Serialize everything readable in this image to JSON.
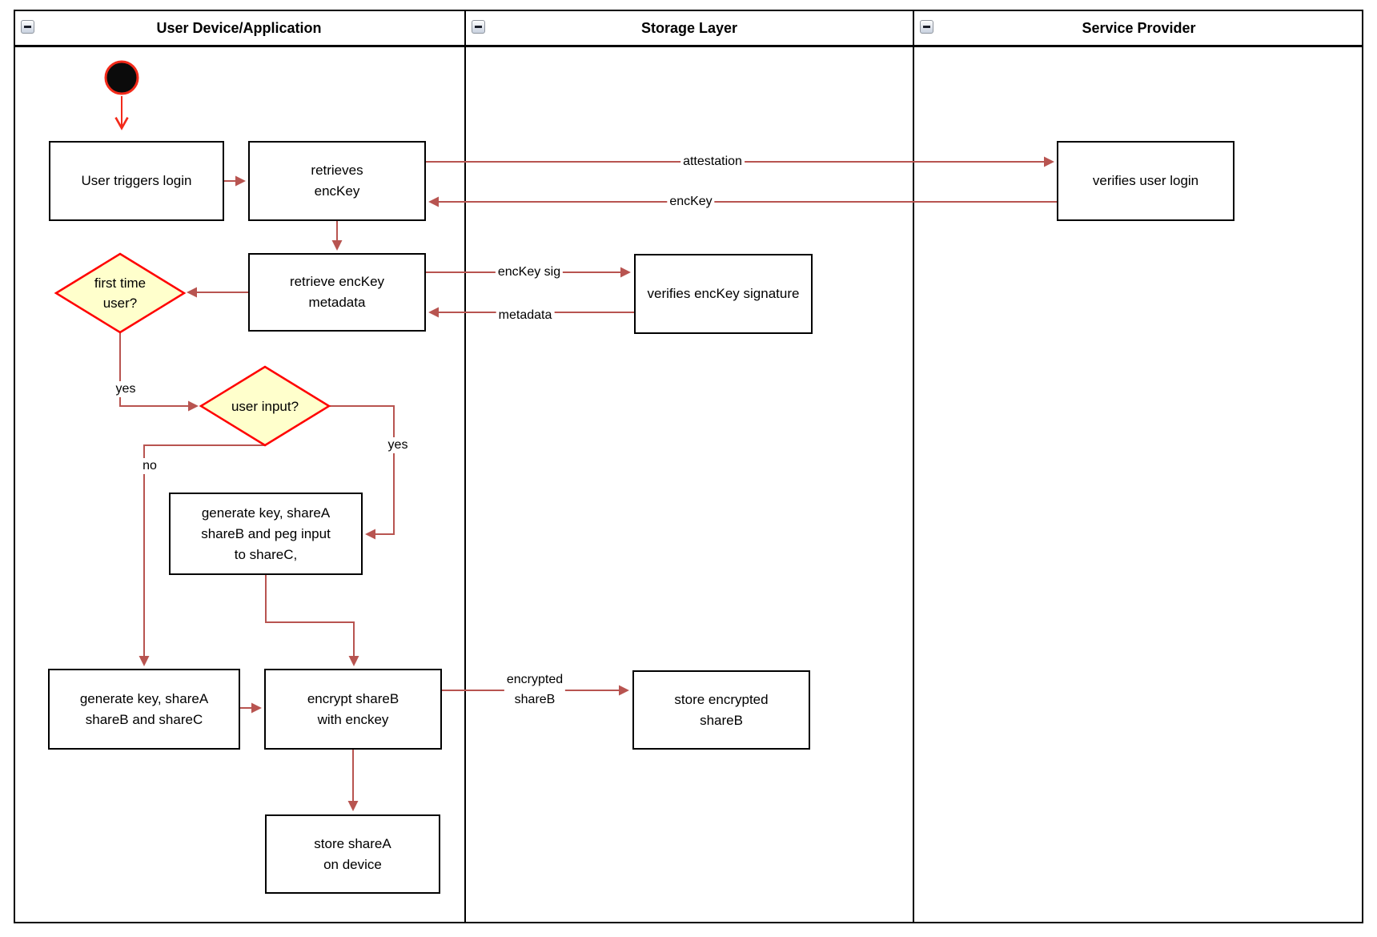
{
  "diagram": {
    "lanes": [
      {
        "title": "User Device/Application"
      },
      {
        "title": "Storage Layer"
      },
      {
        "title": "Service Provider"
      }
    ],
    "nodes": {
      "user_triggers_login": "User triggers login",
      "retrieves_enckey": "retrieves\nencKey",
      "verifies_user_login": "verifies user login",
      "retrieve_enckey_metadata": "retrieve encKey\nmetadata",
      "verifies_enckey_signature": "verifies encKey signature",
      "first_time_user": "first time\nuser?",
      "user_input": "user input?",
      "generate_key_peg_input": "generate key, shareA\nshareB and peg input\nto shareC,",
      "generate_key_sharec": "generate key, shareA\nshareB and shareC",
      "encrypt_shareb": "encrypt shareB\nwith enckey",
      "store_encrypted_shareb": "store encrypted\nshareB",
      "store_sharea": "store shareA\non device"
    },
    "edge_labels": {
      "attestation": "attestation",
      "enckey": "encKey",
      "enckey_sig": "encKey sig",
      "metadata": "metadata",
      "first_time_yes": "yes",
      "user_input_yes": "yes",
      "user_input_no": "no",
      "encrypted_shareb": "encrypted\nshareB"
    },
    "colors": {
      "arrow": "#b85450",
      "start_arrow": "#f32а1a",
      "diamond_fill": "#ffffcc",
      "diamond_border": "#ff0000",
      "node_border": "#000000",
      "node_fill": "#ffffff",
      "lane_border": "#000000"
    }
  }
}
